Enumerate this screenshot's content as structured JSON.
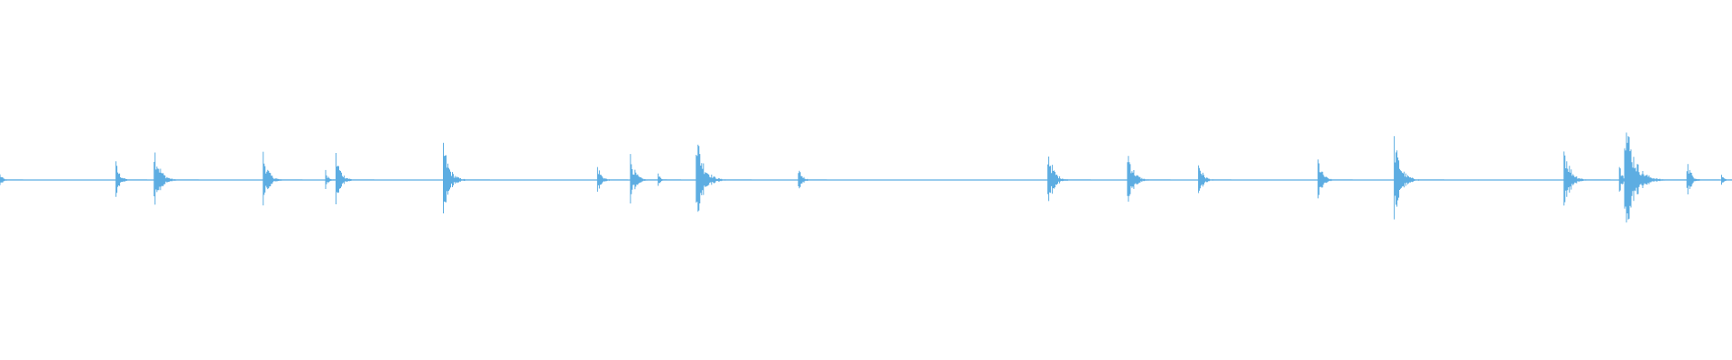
{
  "waveform": {
    "color": "#5dade2",
    "transients": [
      {
        "t": 0.0,
        "amp": 0.02
      },
      {
        "t": 0.067,
        "amp": 0.055
      },
      {
        "t": 0.089,
        "amp": 0.115
      },
      {
        "t": 0.152,
        "amp": 0.09
      },
      {
        "t": 0.188,
        "amp": 0.03
      },
      {
        "t": 0.194,
        "amp": 0.085
      },
      {
        "t": 0.256,
        "amp": 0.12
      },
      {
        "t": 0.345,
        "amp": 0.05
      },
      {
        "t": 0.364,
        "amp": 0.08
      },
      {
        "t": 0.38,
        "amp": 0.02
      },
      {
        "t": 0.402,
        "amp": 0.16
      },
      {
        "t": 0.461,
        "amp": 0.045
      },
      {
        "t": 0.605,
        "amp": 0.105
      },
      {
        "t": 0.651,
        "amp": 0.105
      },
      {
        "t": 0.692,
        "amp": 0.065
      },
      {
        "t": 0.761,
        "amp": 0.07
      },
      {
        "t": 0.805,
        "amp": 0.135
      },
      {
        "t": 0.903,
        "amp": 0.12
      },
      {
        "t": 0.935,
        "amp": 0.045
      },
      {
        "t": 0.938,
        "amp": 0.225
      },
      {
        "t": 0.974,
        "amp": 0.065
      },
      {
        "t": 0.994,
        "amp": 0.015
      }
    ]
  }
}
